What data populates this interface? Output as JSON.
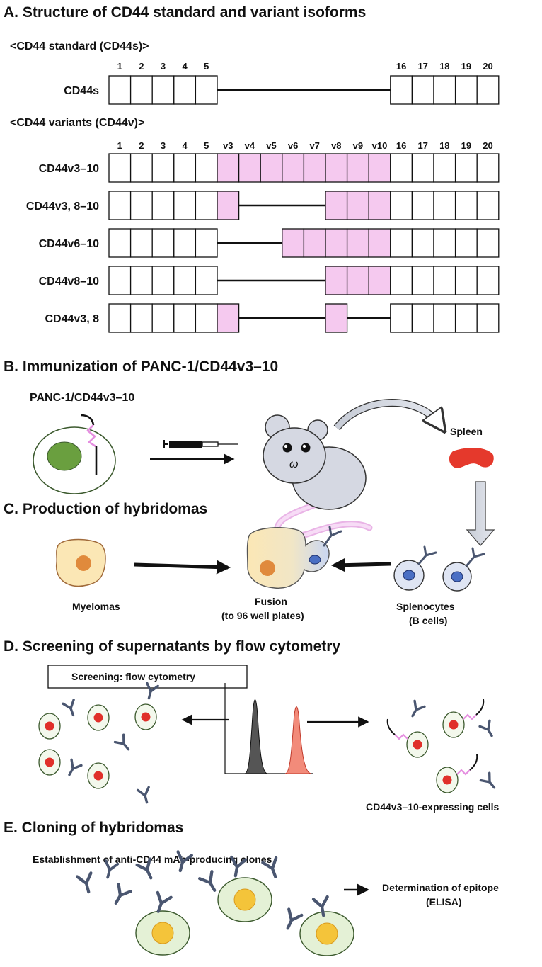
{
  "sectionA": {
    "title": "A. Structure of CD44 standard and variant isoforms",
    "standard_header": "<CD44 standard (CD44s)>",
    "variants_header": "<CD44 variants (CD44v)>",
    "standard_numbers": [
      "1",
      "2",
      "3",
      "4",
      "5",
      "16",
      "17",
      "18",
      "19",
      "20"
    ],
    "variant_numbers": [
      "1",
      "2",
      "3",
      "4",
      "5",
      "v3",
      "v4",
      "v5",
      "v6",
      "v7",
      "v8",
      "v9",
      "v10",
      "16",
      "17",
      "18",
      "19",
      "20"
    ],
    "isoforms": [
      {
        "label": "CD44s",
        "present_variant_exons": []
      },
      {
        "label": "CD44v3–10",
        "present_variant_exons": [
          "v3",
          "v4",
          "v5",
          "v6",
          "v7",
          "v8",
          "v9",
          "v10"
        ]
      },
      {
        "label": "CD44v3, 8–10",
        "present_variant_exons": [
          "v3",
          "v8",
          "v9",
          "v10"
        ]
      },
      {
        "label": "CD44v6–10",
        "present_variant_exons": [
          "v6",
          "v7",
          "v8",
          "v9",
          "v10"
        ]
      },
      {
        "label": "CD44v8–10",
        "present_variant_exons": [
          "v8",
          "v9",
          "v10"
        ]
      },
      {
        "label": "CD44v3, 8",
        "present_variant_exons": [
          "v3",
          "v8"
        ]
      }
    ],
    "colors": {
      "variant_exon": "#f5c9ef",
      "exon": "#ffffff"
    }
  },
  "sectionB": {
    "title": "B. Immunization of PANC-1/CD44v3–10",
    "cell_label": "PANC-1/CD44v3–10",
    "spleen_label": "Spleen",
    "mouse_face": "ω",
    "icons": [
      "cell-icon",
      "syringe-icon",
      "mouse-icon",
      "spleen-icon"
    ]
  },
  "sectionC": {
    "title": "C. Production of hybridomas",
    "myelomas": "Myelomas",
    "fusion": "Fusion",
    "fusion_note": "(to 96 well plates)",
    "splenocytes": "Splenocytes",
    "splenocytes_note": "(B cells)"
  },
  "sectionD": {
    "title": "D. Screening of supernatants by flow cytometry",
    "box_label": "Screening: flow cytometry",
    "positive_label": "CD44v3–10-expressing cells",
    "colors": {
      "negative_peak": "#555555",
      "positive_peak": "#f28b7a"
    }
  },
  "sectionE": {
    "title": "E. Cloning of hybridomas",
    "establishment": "Establishment of anti-CD44 mAb-producing clones",
    "epitope_line1": "Determination of epitope",
    "epitope_line2": "(ELISA)"
  },
  "colors": {
    "antibody": "#4a5670",
    "nucleus_red": "#e0302a",
    "nucleus_green": "#6a9f3f",
    "nucleus_orange": "#e08a3c",
    "nucleus_blue": "#4a6fc4",
    "spleen": "#e5392c",
    "clone_nucleus": "#f4c43a"
  }
}
